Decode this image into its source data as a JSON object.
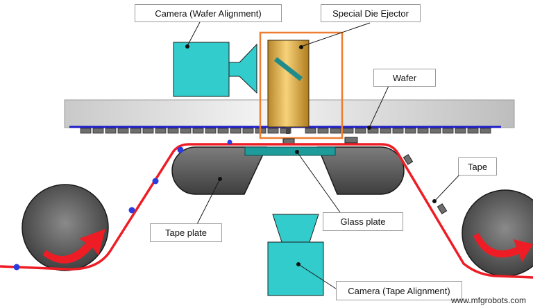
{
  "labels": {
    "camera_wafer": "Camera (Wafer Alignment)",
    "die_ejector": "Special Die Ejector",
    "wafer": "Wafer",
    "tape": "Tape",
    "tape_plate": "Tape plate",
    "glass_plate": "Glass plate",
    "camera_tape": "Camera (Tape Alignment)"
  },
  "watermark": "www.mfgrobots.com",
  "colors": {
    "tape": "#ee1c24",
    "camera": "#33cccc",
    "ejector_highlight": "#ed7d31",
    "wafer_line": "#1c1cc8",
    "glass_plate": "#1e9c9c"
  }
}
